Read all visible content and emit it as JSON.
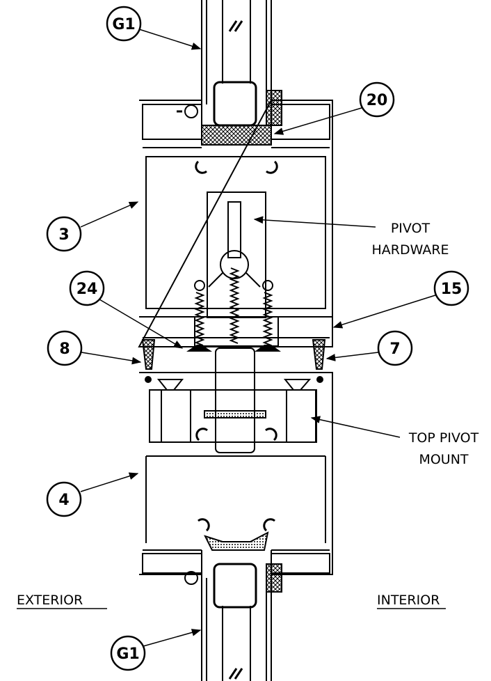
{
  "callouts": {
    "g1_top": "G1",
    "c20": "20",
    "c3": "3",
    "c24": "24",
    "c15": "15",
    "c8": "8",
    "c7": "7",
    "c4": "4",
    "g1_bottom": "G1"
  },
  "labels": {
    "pivot_hardware_line1": "PIVOT",
    "pivot_hardware_line2": "HARDWARE",
    "top_pivot_mount_line1": "TOP PIVOT",
    "top_pivot_mount_line2": "MOUNT",
    "exterior": "EXTERIOR",
    "interior": "INTERIOR"
  },
  "colors": {
    "line": "#000000",
    "background": "#ffffff"
  }
}
